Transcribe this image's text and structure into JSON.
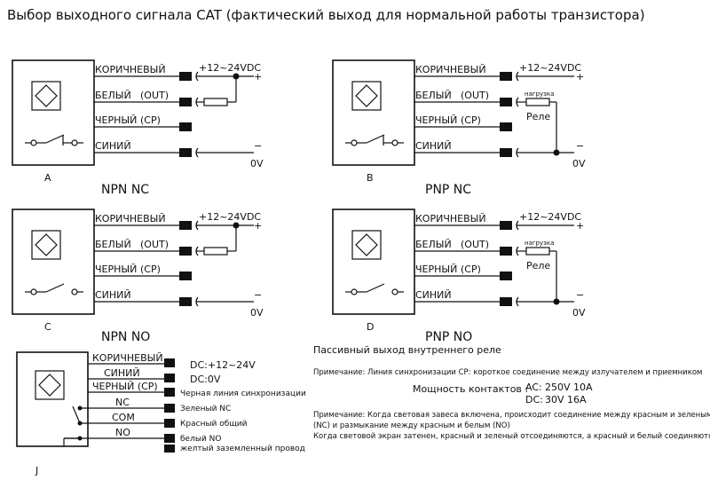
{
  "title": "Выбор выходного сигнала CAT (фактический выход для нормальной работы транзистора)",
  "wires": {
    "brown": "КОРИЧНЕВЫЙ",
    "white": "БЕЛЫЙ",
    "black": "ЧЕРНЫЙ",
    "blue": "СИНИЙ",
    "out": "(OUT)",
    "cp": "(CP)"
  },
  "supply": "+12~24VDC",
  "plus": "+",
  "minus": "−",
  "zero": "0V",
  "load": "нагрузка",
  "relay": "Реле",
  "diagrams": {
    "A": {
      "letter": "A",
      "caption": "NPN NC"
    },
    "B": {
      "letter": "B",
      "caption": "PNP NC"
    },
    "C": {
      "letter": "C",
      "caption": "NPN NO"
    },
    "D": {
      "letter": "D",
      "caption": "PNP NO"
    }
  },
  "passive_title": "Пассивный выход внутреннего реле",
  "j": {
    "letter": "J",
    "brown": "КОРИЧНЕВЫЙ",
    "blue": "СИНИЙ",
    "black_cp": "ЧЕРНЫЙ (CP)",
    "nc": "NC",
    "com": "COM",
    "no": "NO",
    "dc_plus": "DC:+12~24V",
    "dc_zero": "DC:0V",
    "sync_line": "Черная линия синхронизации",
    "green_nc": "Зеленый NC",
    "red_common": "Красный общий",
    "white_no": "белый NO",
    "yellow_ground": "желтый заземленный провод"
  },
  "note1": "Примечание: Линия синхронизации CP: короткое соединение между излучателем и приемником",
  "contacts": {
    "label": "Мощность контактов :",
    "ac_label": "AC:",
    "ac_values": "250V  10A",
    "dc_label": "DC:",
    "dc_values": "30V    16A"
  },
  "note2": [
    "Примечание: Когда световая завеса включена, происходит соединение между красным и зеленым",
    "(NC) и размыкание между красным и белым (NO)",
    "Когда световой экран затенен, красный и зеленый отсоединяются, а красный и белый соединяются."
  ]
}
